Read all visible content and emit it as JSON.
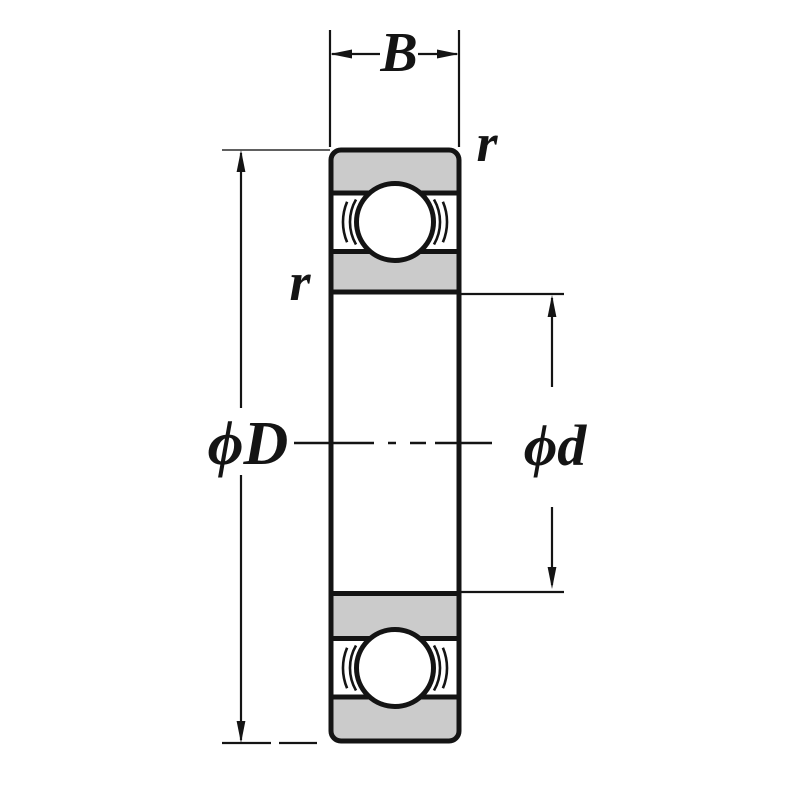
{
  "labels": {
    "width_dim": "B",
    "outer_diameter_dim": "ϕD",
    "bore_diameter_dim": "ϕd",
    "corner_radius_top_right": "r",
    "corner_radius_left": "r"
  },
  "colors": {
    "ring_fill": "#cbcbcb",
    "line": "#141414",
    "background": "#ffffff"
  }
}
